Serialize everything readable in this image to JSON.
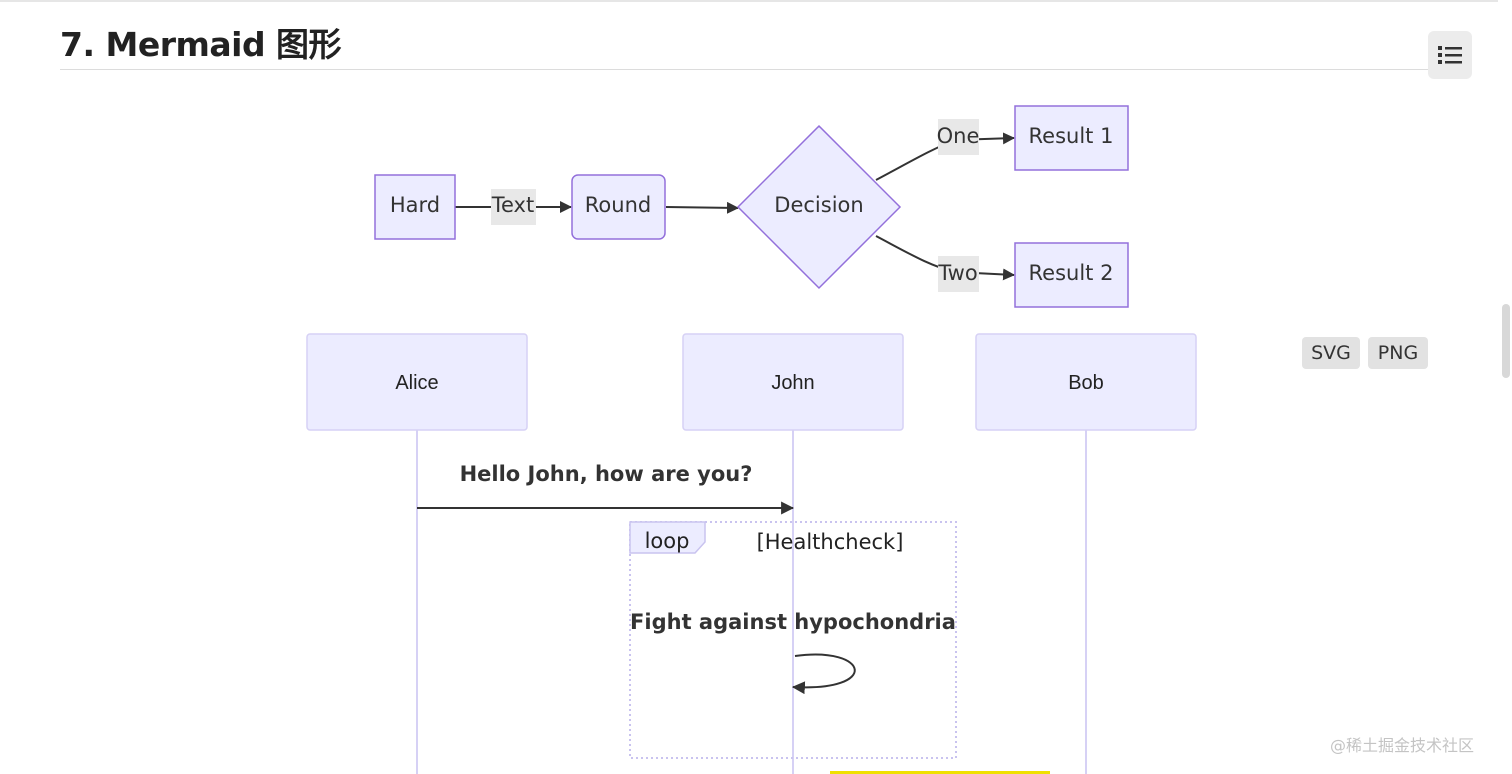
{
  "heading": {
    "title": "7. Mermaid 图形"
  },
  "toc": {
    "icon": "list-icon"
  },
  "flowchart": {
    "nodes": {
      "hard": "Hard",
      "round": "Round",
      "decision": "Decision",
      "result1": "Result 1",
      "result2": "Result 2"
    },
    "edges": {
      "hard_round": "Text",
      "decision_result1": "One",
      "decision_result2": "Two"
    }
  },
  "sequence": {
    "actors": {
      "alice": "Alice",
      "john": "John",
      "bob": "Bob"
    },
    "message1": "Hello John, how are you?",
    "loop_label": "loop",
    "loop_condition": "[Healthcheck]",
    "self_message": "Fight against hypochondria"
  },
  "export": {
    "svg_label": "SVG",
    "png_label": "PNG"
  },
  "watermark": "@稀土掘金技术社区",
  "colors": {
    "node_fill": "#ECECFF",
    "node_stroke": "#9370DB",
    "edge_label_bg": "#E8E8E8",
    "lifeline": "#d6d1f5"
  }
}
